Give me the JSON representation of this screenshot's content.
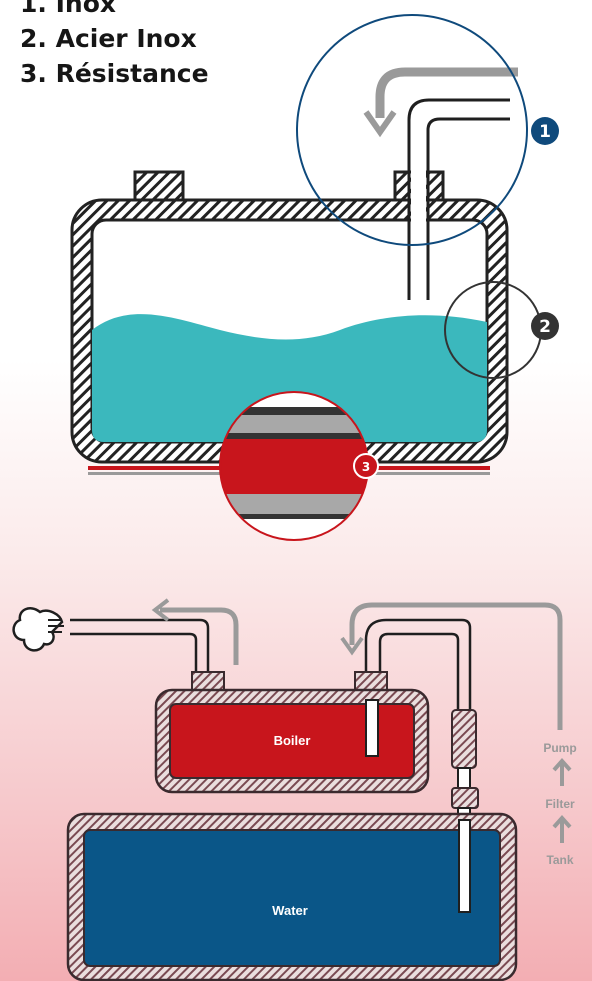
{
  "legend": {
    "item1": "1. Inox",
    "item2": "2. Acier Inox",
    "item3": "3. Résistance"
  },
  "callouts": {
    "one": "1",
    "two": "2",
    "three": "3"
  },
  "system": {
    "boiler": "Boiler",
    "water": "Water",
    "pump": "Pump",
    "filter": "Filter",
    "tank": "Tank"
  },
  "colors": {
    "water_teal": "#3bb8bd",
    "heating_red": "#c8151c",
    "water_blue": "#0a5688",
    "callout_navy": "#0f4a7c",
    "callout_dark": "#333333",
    "arrow_grey": "#9a9a9a"
  },
  "icons": {
    "steam": "steam-cloud-icon",
    "flow_arrow": "curved-arrow-icon",
    "up_arrow": "up-arrow-icon"
  }
}
